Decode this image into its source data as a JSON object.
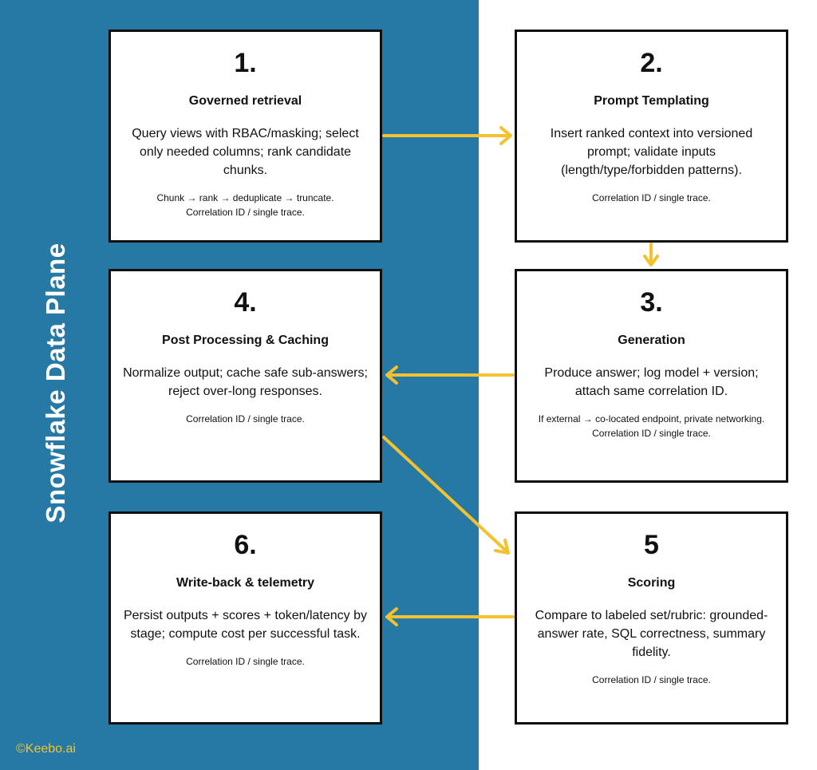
{
  "panel_title": "Snowflake Data Plane",
  "accent_color": "#f4c12f",
  "panel_color": "#2679a4",
  "steps": [
    {
      "number": "1.",
      "title": "Governed retrieval",
      "body": "Query views with RBAC/masking; select only needed columns; rank candidate chunks.",
      "notes": [
        "Chunk → rank → deduplicate → truncate.",
        "Correlation ID / single trace."
      ]
    },
    {
      "number": "2.",
      "title": "Prompt Templating",
      "body": "Insert ranked context into versioned prompt; validate inputs (length/type/forbidden patterns).",
      "notes": [
        "Correlation ID / single trace."
      ]
    },
    {
      "number": "3.",
      "title": "Generation",
      "body": "Produce answer; log model + version; attach same correlation ID.",
      "notes": [
        "If external → co-located endpoint, private networking.",
        "Correlation ID / single trace."
      ]
    },
    {
      "number": "4.",
      "title": "Post Processing & Caching",
      "body": "Normalize output; cache safe sub-answers; reject over-long responses.",
      "notes": [
        "Correlation ID / single trace."
      ]
    },
    {
      "number": "5",
      "title": "Scoring",
      "body": "Compare to labeled set/rubric: grounded-answer rate, SQL correctness, summary fidelity.",
      "notes": [
        "Correlation ID / single trace."
      ]
    },
    {
      "number": "6.",
      "title": "Write-back & telemetry",
      "body": "Persist outputs + scores + token/latency by stage; compute cost per successful task.",
      "notes": [
        "Correlation ID / single trace."
      ]
    }
  ],
  "copyright": "©Keebo.ai"
}
